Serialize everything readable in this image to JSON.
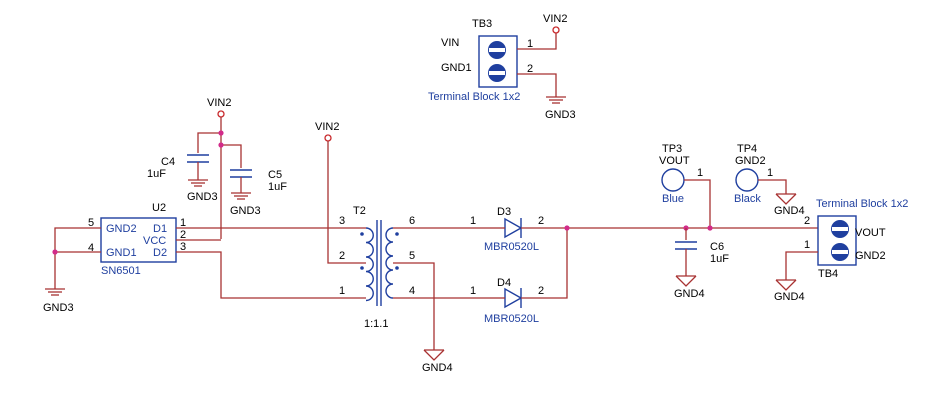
{
  "colors": {
    "wire": "#a83232",
    "component": "#1f3f9f",
    "junction": "#d22b8a",
    "text": "#000000"
  },
  "components": {
    "TB3": {
      "ref": "TB3",
      "desc": "Terminal Block 1x2",
      "pin_labels": [
        "VIN",
        "GND1"
      ],
      "pins": [
        "1",
        "2"
      ]
    },
    "TB4": {
      "ref": "TB4",
      "desc": "Terminal Block 1x2",
      "pin_labels": [
        "VOUT",
        "GND2"
      ],
      "pins": [
        "2",
        "1"
      ]
    },
    "U2": {
      "ref": "U2",
      "part": "SN6501",
      "pins_left": [
        "GND2",
        "GND1"
      ],
      "pins_right": [
        "D1",
        "VCC",
        "D2"
      ],
      "pin_nums": [
        "5",
        "4",
        "1",
        "2",
        "3"
      ]
    },
    "C4": {
      "ref": "C4",
      "value": "1uF"
    },
    "C5": {
      "ref": "C5",
      "value": "1uF"
    },
    "C6": {
      "ref": "C6",
      "value": "1uF"
    },
    "T2": {
      "ref": "T2",
      "ratio": "1:1.1",
      "pins": [
        "3",
        "2",
        "1",
        "6",
        "5",
        "4"
      ]
    },
    "D3": {
      "ref": "D3",
      "part": "MBR0520L",
      "pins": [
        "1",
        "2"
      ]
    },
    "D4": {
      "ref": "D4",
      "part": "MBR0520L",
      "pins": [
        "1",
        "2"
      ]
    },
    "TP3": {
      "ref": "TP3",
      "net": "VOUT",
      "color": "Blue",
      "pin": "1"
    },
    "TP4": {
      "ref": "TP4",
      "net": "GND2",
      "color": "Black",
      "pin": "1"
    }
  },
  "nets": {
    "vin2": "VIN2",
    "gnd3": "GND3",
    "gnd4": "GND4"
  }
}
